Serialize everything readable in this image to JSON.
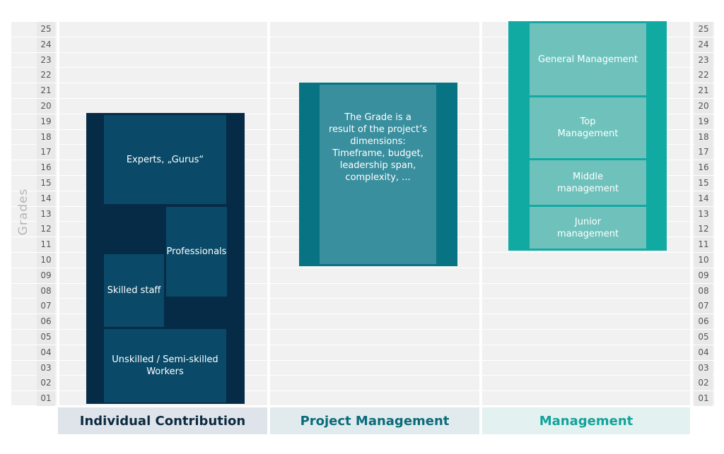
{
  "axis_title": "Grades",
  "grades_left": [
    "25",
    "24",
    "23",
    "22",
    "21",
    "20",
    "19",
    "18",
    "17",
    "16",
    "15",
    "14",
    "13",
    "12",
    "11",
    "10",
    "09",
    "08",
    "07",
    "06",
    "05",
    "04",
    "03",
    "02",
    "01"
  ],
  "grades_right": [
    "25",
    "24",
    "23",
    "22",
    "21",
    "20",
    "19",
    "18",
    "17",
    "16",
    "15",
    "14",
    "13",
    "12",
    "11",
    "10",
    "09",
    "08",
    "07",
    "06",
    "05",
    "04",
    "03",
    "02",
    "01"
  ],
  "columns": {
    "individual": "Individual Contribution",
    "project": "Project Management",
    "management": "Management"
  },
  "individual": {
    "experts": "Experts, „Gurus“",
    "professionals": "Professionals",
    "skilled": "Skilled staff",
    "unskilled_1": "Unskilled / Semi-skilled",
    "unskilled_2": "Workers"
  },
  "project": {
    "line1": "The Grade is a",
    "line2": "result of the project’s",
    "line3": "dimensions:",
    "line4": "Timeframe, budget,",
    "line5": "leadership span,",
    "line6": "complexity, ..."
  },
  "management": {
    "general": "General Management",
    "top_1": "Top",
    "top_2": "Management",
    "middle_1": "Middle",
    "middle_2": "management",
    "junior_1": "Junior",
    "junior_2": "management"
  },
  "colors": {
    "individual_dark": "#062b46",
    "individual_box": "#0a4a68",
    "project_frame": "#087383",
    "project_box": "#3a8f9f",
    "management_frame": "#10aaa2",
    "management_box": "#6fc2bc"
  }
}
